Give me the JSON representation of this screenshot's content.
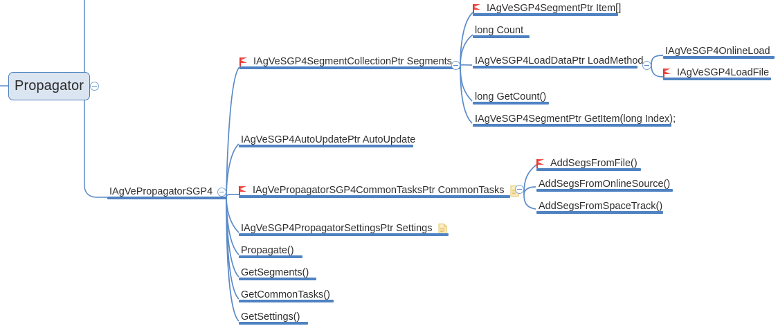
{
  "diagram": {
    "type": "mindmap",
    "title": "Propagator",
    "link_color": "#4f82c2",
    "root_fill": "#dbe5f1",
    "root_border": "#4a7ebb",
    "flag_color": "#ee4b44",
    "note_color": "#f2d98b",
    "text_color": "#2f2f2f"
  },
  "root": {
    "label": "Propagator",
    "collapse_icon": "circle-minus-icon"
  },
  "nodes": {
    "propagator_sgp4": {
      "label": "IAgVePropagatorSGP4"
    },
    "segments": {
      "label": "IAgVeSGP4SegmentCollectionPtr Segments"
    },
    "item": {
      "label": "IAgVeSGP4SegmentPtr Item[]"
    },
    "count": {
      "label": "long Count"
    },
    "load_method": {
      "label": "IAgVeSGP4LoadDataPtr LoadMethod"
    },
    "online_load": {
      "label": "IAgVeSGP4OnlineLoad"
    },
    "load_file": {
      "label": "IAgVeSGP4LoadFile"
    },
    "get_count": {
      "label": "long GetCount()"
    },
    "get_item": {
      "label": "IAgVeSGP4SegmentPtr GetItem(long Index);"
    },
    "auto_update": {
      "label": "IAgVeSGP4AutoUpdatePtr AutoUpdate"
    },
    "common_tasks": {
      "label": "IAgVePropagatorSGP4CommonTasksPtr CommonTasks"
    },
    "add_file": {
      "label": "AddSegsFromFile()"
    },
    "add_online": {
      "label": "AddSegsFromOnlineSource()"
    },
    "add_spacetrack": {
      "label": "AddSegsFromSpaceTrack()"
    },
    "settings": {
      "label": "IAgVeSGP4PropagatorSettingsPtr Settings"
    },
    "propagate": {
      "label": "Propagate()"
    },
    "get_segments": {
      "label": "GetSegments()"
    },
    "get_commontasks": {
      "label": "GetCommonTasks()"
    },
    "get_settings": {
      "label": "GetSettings()"
    }
  }
}
